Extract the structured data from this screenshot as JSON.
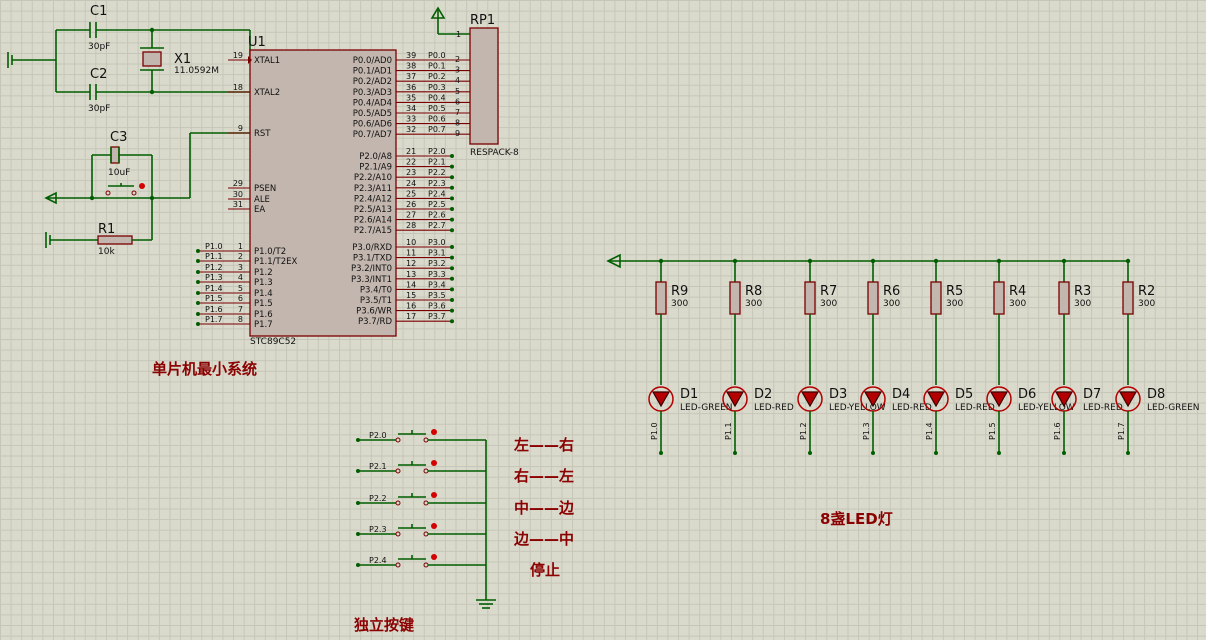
{
  "mcu": {
    "ref": "U1",
    "model": "STC89C52",
    "left_pins": [
      {
        "num": "19",
        "name": "XTAL1"
      },
      {
        "num": "18",
        "name": "XTAL2"
      },
      {
        "num": "9",
        "name": "RST"
      },
      {
        "num": "29",
        "name": "PSEN"
      },
      {
        "num": "30",
        "name": "ALE"
      },
      {
        "num": "31",
        "name": "EA"
      },
      {
        "num": "1",
        "name": "P1.0/T2",
        "net": "P1.0"
      },
      {
        "num": "2",
        "name": "P1.1/T2EX",
        "net": "P1.1"
      },
      {
        "num": "3",
        "name": "P1.2",
        "net": "P1.2"
      },
      {
        "num": "4",
        "name": "P1.3",
        "net": "P1.3"
      },
      {
        "num": "5",
        "name": "P1.4",
        "net": "P1.4"
      },
      {
        "num": "6",
        "name": "P1.5",
        "net": "P1.5"
      },
      {
        "num": "7",
        "name": "P1.6",
        "net": "P1.6"
      },
      {
        "num": "8",
        "name": "P1.7",
        "net": "P1.7"
      }
    ],
    "right_pins_p0": [
      {
        "num": "39",
        "name": "P0.0/AD0",
        "net": "P0.0"
      },
      {
        "num": "38",
        "name": "P0.1/AD1",
        "net": "P0.1"
      },
      {
        "num": "37",
        "name": "P0.2/AD2",
        "net": "P0.2"
      },
      {
        "num": "36",
        "name": "P0.3/AD3",
        "net": "P0.3"
      },
      {
        "num": "35",
        "name": "P0.4/AD4",
        "net": "P0.4"
      },
      {
        "num": "34",
        "name": "P0.5/AD5",
        "net": "P0.5"
      },
      {
        "num": "33",
        "name": "P0.6/AD6",
        "net": "P0.6"
      },
      {
        "num": "32",
        "name": "P0.7/AD7",
        "net": "P0.7"
      }
    ],
    "right_pins_p2": [
      {
        "num": "21",
        "name": "P2.0/A8",
        "net": "P2.0"
      },
      {
        "num": "22",
        "name": "P2.1/A9",
        "net": "P2.1"
      },
      {
        "num": "23",
        "name": "P2.2/A10",
        "net": "P2.2"
      },
      {
        "num": "24",
        "name": "P2.3/A11",
        "net": "P2.3"
      },
      {
        "num": "25",
        "name": "P2.4/A12",
        "net": "P2.4"
      },
      {
        "num": "26",
        "name": "P2.5/A13",
        "net": "P2.5"
      },
      {
        "num": "27",
        "name": "P2.6/A14",
        "net": "P2.6"
      },
      {
        "num": "28",
        "name": "P2.7/A15",
        "net": "P2.7"
      }
    ],
    "right_pins_p3": [
      {
        "num": "10",
        "name": "P3.0/RXD",
        "net": "P3.0"
      },
      {
        "num": "11",
        "name": "P3.1/TXD",
        "net": "P3.1"
      },
      {
        "num": "12",
        "name": "P3.2/INT0",
        "net": "P3.2"
      },
      {
        "num": "13",
        "name": "P3.3/INT1",
        "net": "P3.3"
      },
      {
        "num": "14",
        "name": "P3.4/T0",
        "net": "P3.4"
      },
      {
        "num": "15",
        "name": "P3.5/T1",
        "net": "P3.5"
      },
      {
        "num": "16",
        "name": "P3.6/WR",
        "net": "P3.6"
      },
      {
        "num": "17",
        "name": "P3.7/RD",
        "net": "P3.7"
      }
    ]
  },
  "crystal": {
    "ref": "X1",
    "value": "11.0592M"
  },
  "caps": [
    {
      "ref": "C1",
      "value": "30pF"
    },
    {
      "ref": "C2",
      "value": "30pF"
    },
    {
      "ref": "C3",
      "value": "10uF"
    }
  ],
  "r1": {
    "ref": "R1",
    "value": "10k"
  },
  "respack": {
    "ref": "RP1",
    "model": "RESPACK-8",
    "pin1": "1"
  },
  "led_section": {
    "resistors": [
      {
        "ref": "R9",
        "value": "300"
      },
      {
        "ref": "R8",
        "value": "300"
      },
      {
        "ref": "R7",
        "value": "300"
      },
      {
        "ref": "R6",
        "value": "300"
      },
      {
        "ref": "R5",
        "value": "300"
      },
      {
        "ref": "R4",
        "value": "300"
      },
      {
        "ref": "R3",
        "value": "300"
      },
      {
        "ref": "R2",
        "value": "300"
      }
    ],
    "leds": [
      {
        "ref": "D1",
        "type": "LED-GREEN",
        "net": "P1.0"
      },
      {
        "ref": "D2",
        "type": "LED-RED",
        "net": "P1.1"
      },
      {
        "ref": "D3",
        "type": "LED-YELLOW",
        "net": "P1.2"
      },
      {
        "ref": "D4",
        "type": "LED-RED",
        "net": "P1.3"
      },
      {
        "ref": "D5",
        "type": "LED-RED",
        "net": "P1.4"
      },
      {
        "ref": "D6",
        "type": "LED-YELLOW",
        "net": "P1.5"
      },
      {
        "ref": "D7",
        "type": "LED-RED",
        "net": "P1.6"
      },
      {
        "ref": "D8",
        "type": "LED-GREEN",
        "net": "P1.7"
      }
    ]
  },
  "buttons": {
    "nets": [
      "P2.0",
      "P2.1",
      "P2.2",
      "P2.3",
      "P2.4"
    ],
    "functions": [
      "左——右",
      "右——左",
      "中——边",
      "边——中",
      "停止"
    ]
  },
  "captions": {
    "min_system": "单片机最小系统",
    "independent_keys": "独立按键",
    "led_lights": "8盏LED灯"
  },
  "colors": {
    "wire": "#005e00",
    "part_outline": "#7a0000",
    "part_fill": "#c2b6ae",
    "caption": "#8b0000",
    "led": "#b40000"
  }
}
